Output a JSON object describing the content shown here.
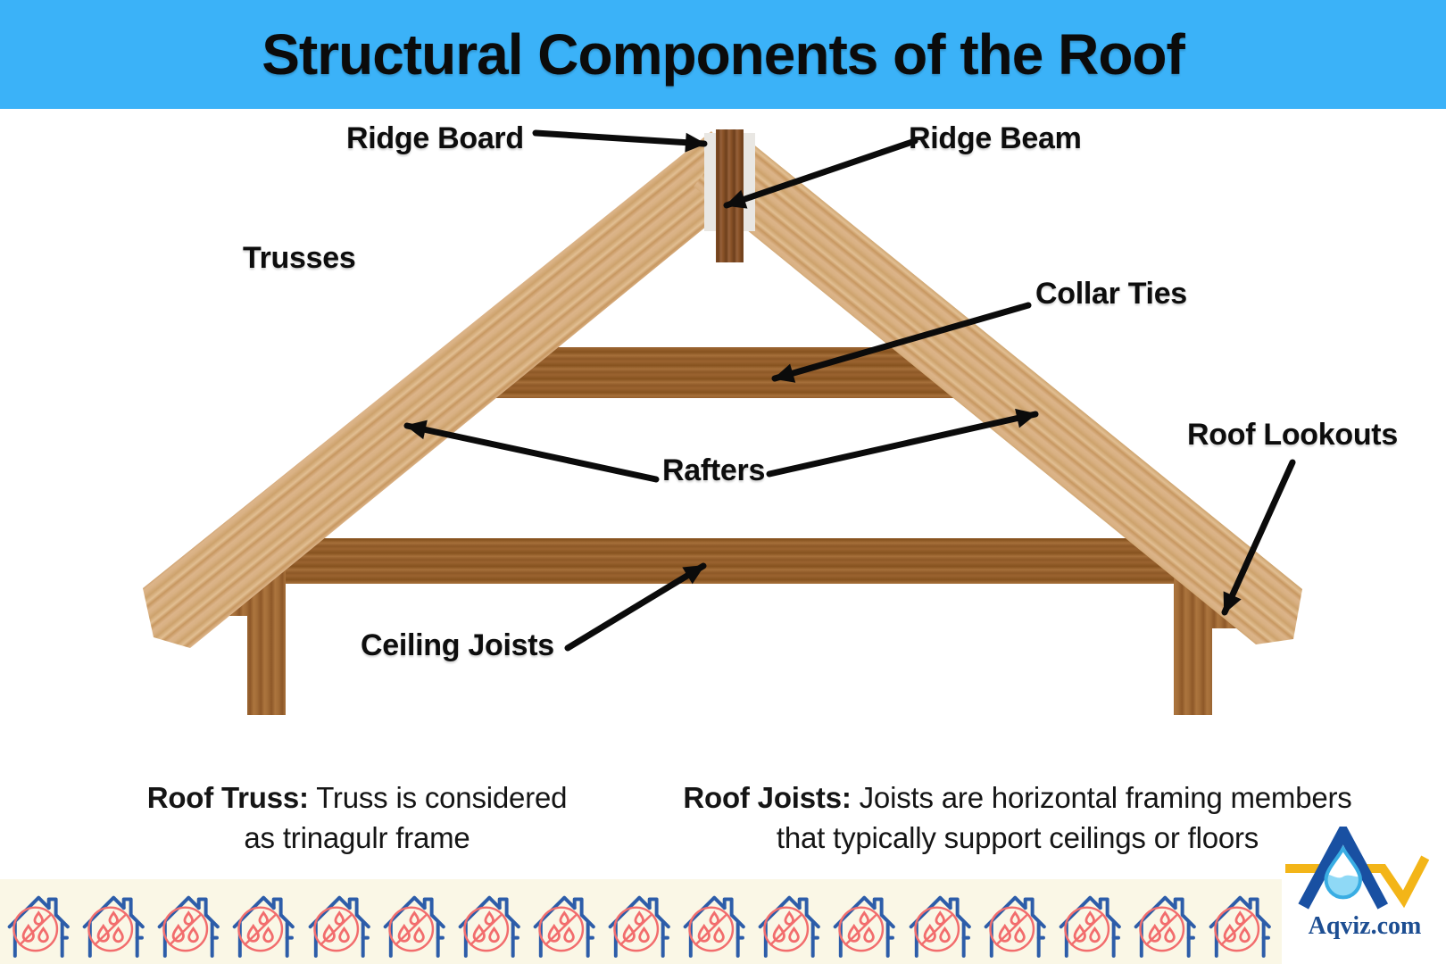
{
  "title": "Structural Components of the Roof",
  "labels": {
    "ridge_board": "Ridge Board",
    "ridge_beam": "Ridge Beam",
    "trusses": "Trusses",
    "collar_ties": "Collar Ties",
    "rafters": "Rafters",
    "roof_lookouts": "Roof Lookouts",
    "ceiling_joists": "Ceiling Joists"
  },
  "captions": {
    "truss": {
      "bold": "Roof Truss:",
      "line1": " Truss is considered",
      "line2": "as trinagulr frame"
    },
    "joists": {
      "bold": "Roof Joists:",
      "line1": " Joists are horizontal framing members",
      "line2": "that typically support ceilings or floors"
    }
  },
  "footer": {
    "logo_text": "Aqviz.com",
    "house_icon_count": 17,
    "house_icon": "house-no-water-icon"
  },
  "colors": {
    "banner_blue": "#3BB2F8",
    "strip_cream": "#FAF7E6",
    "house_outline_blue": "#2D5DA9",
    "drop_circle_red": "#F26D6D",
    "light_wood": "#D9B183",
    "dark_wood": "#9A6330",
    "logo_blue": "#1950A2",
    "logo_yellow": "#F3B518",
    "logo_text_blue": "#1D4E92"
  }
}
